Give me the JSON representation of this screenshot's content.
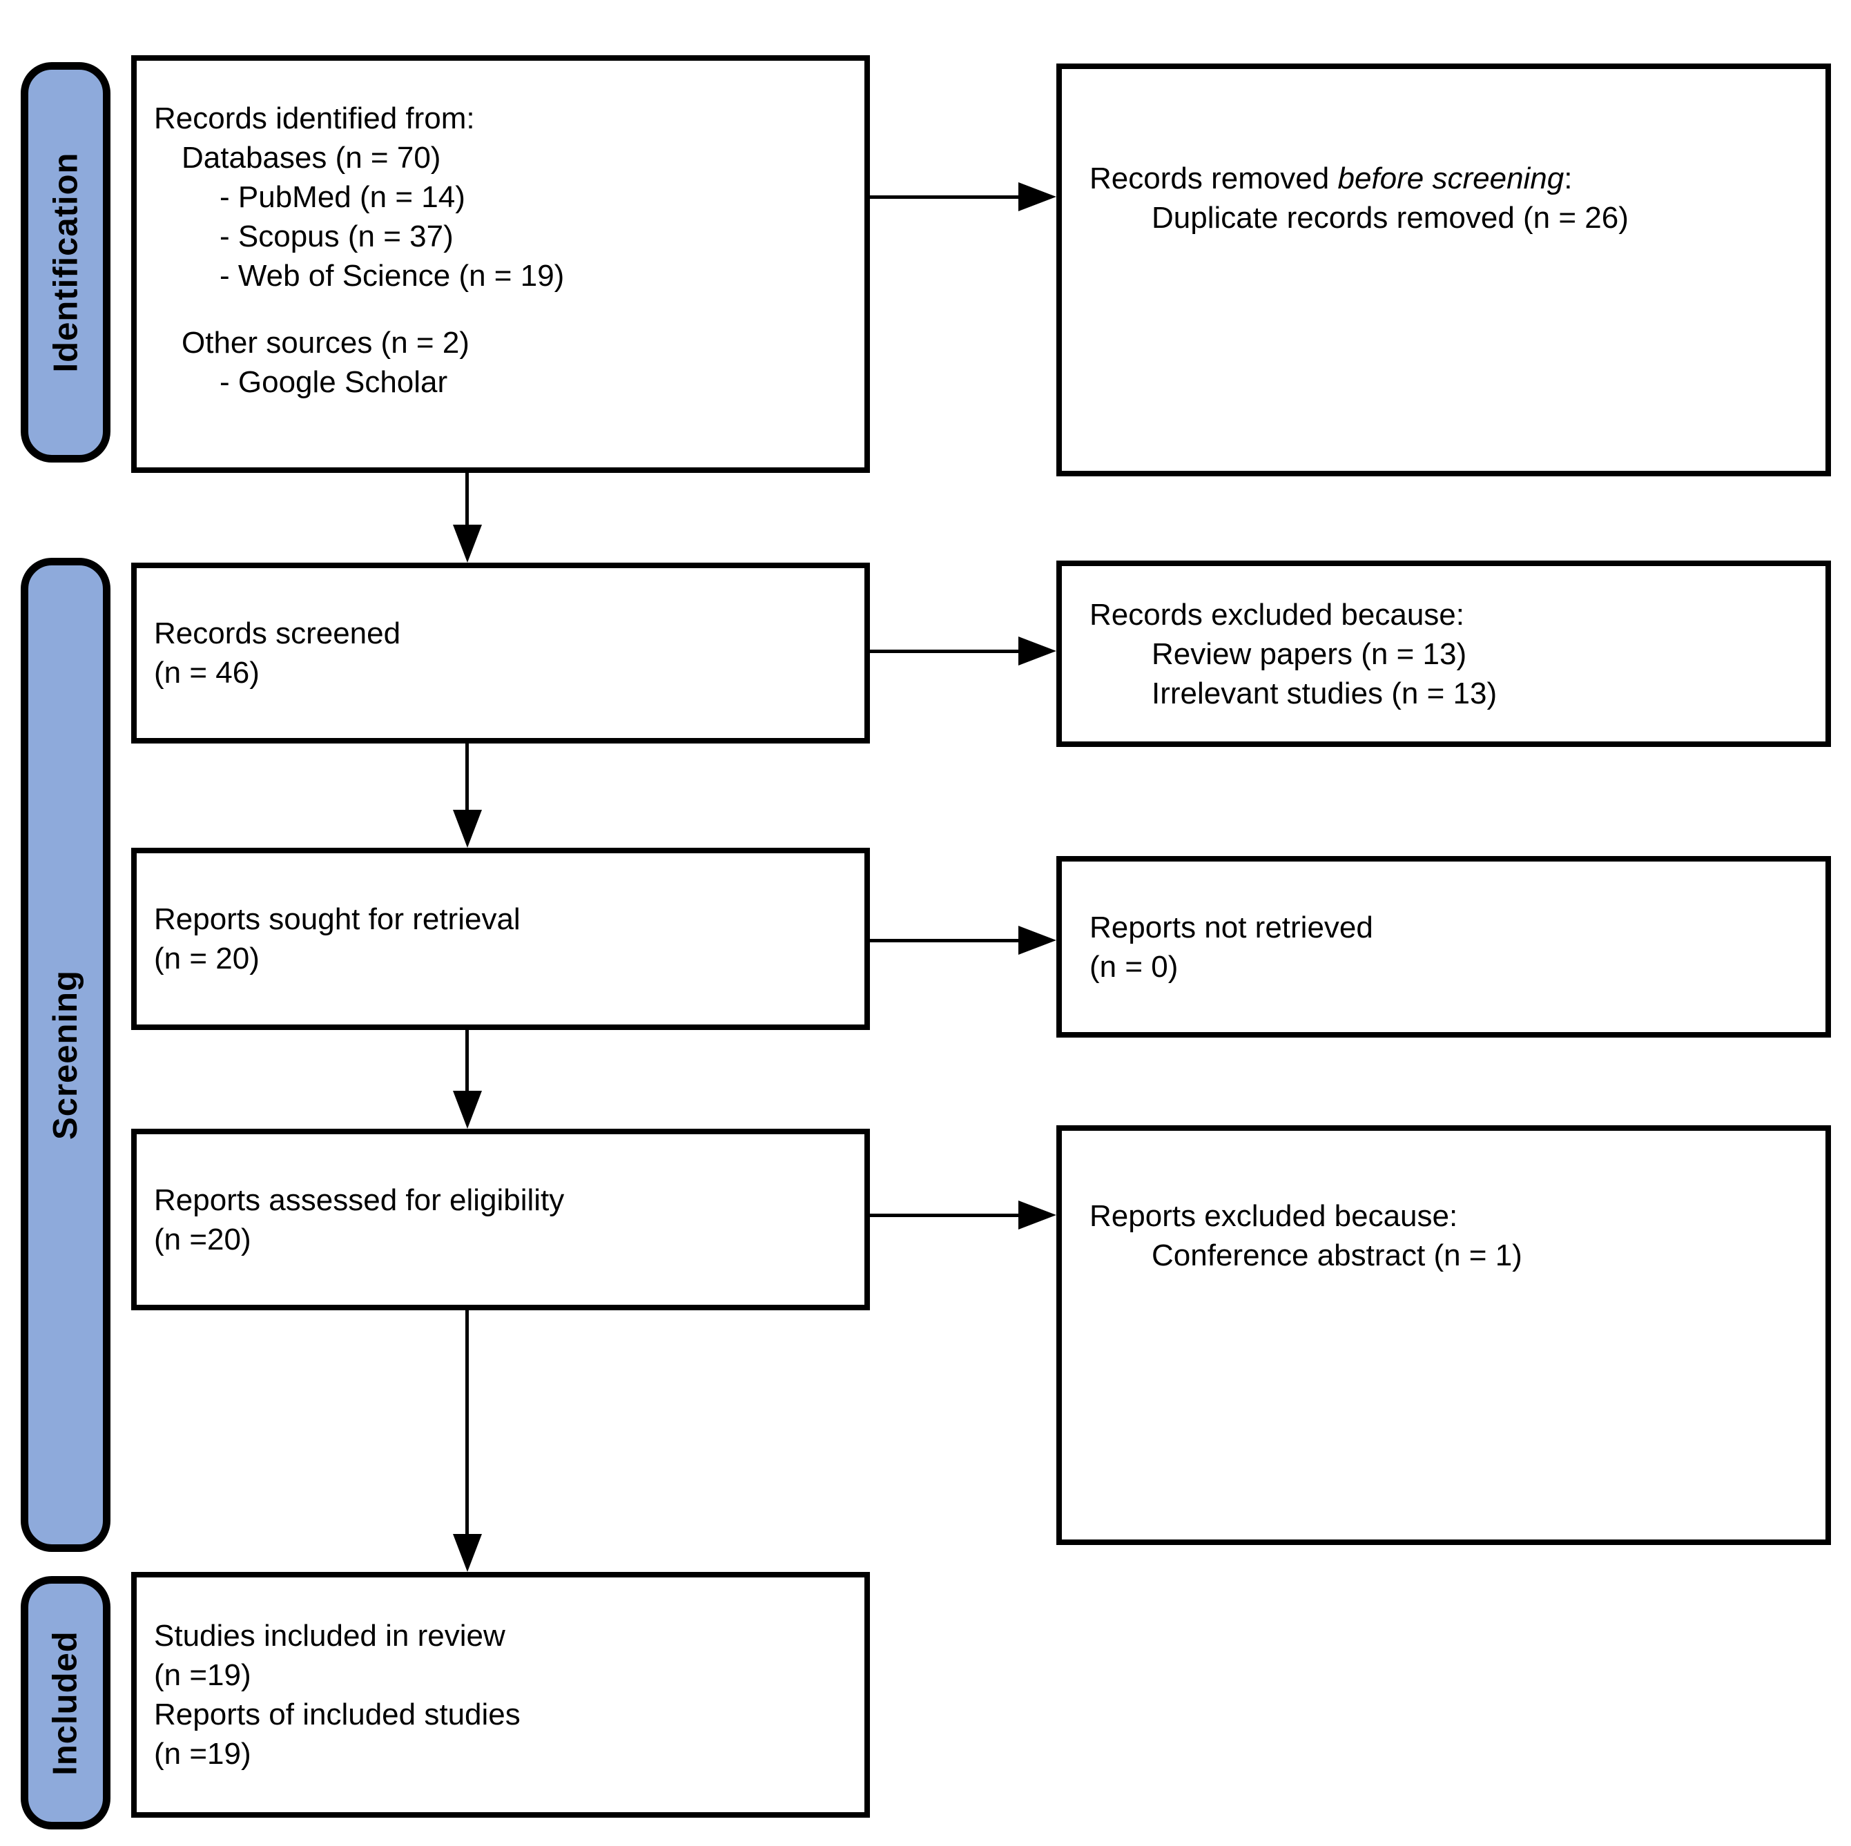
{
  "colors": {
    "stage_label_fill": "#8EAADB",
    "stroke": "#000000",
    "background": "#ffffff"
  },
  "sidebar": {
    "identification_label": "Identification",
    "screening_label": "Screening",
    "included_label": "Included"
  },
  "flow": {
    "records_identified": {
      "line1": "Records identified from:",
      "line2": "Databases (n = 70)",
      "line3": "- PubMed (n = 14)",
      "line4": "- Scopus (n = 37)",
      "line5": "- Web of Science (n = 19)",
      "line6": "Other sources (n = 2)",
      "line7": "- Google Scholar"
    },
    "records_removed": {
      "line1_pre": "Records removed ",
      "line1_italic": "before screening",
      "line1_post": ":",
      "line2": "Duplicate records removed (n = 26)"
    },
    "records_screened": {
      "line1": "Records screened",
      "line2": "(n = 46)"
    },
    "records_excluded": {
      "line1": "Records excluded because:",
      "line2": "Review papers (n = 13)",
      "line3": "Irrelevant studies (n = 13)"
    },
    "reports_sought": {
      "line1": "Reports sought for retrieval",
      "line2": "(n = 20)"
    },
    "reports_not_retrieved": {
      "line1": "Reports not retrieved",
      "line2": "(n = 0)"
    },
    "reports_assessed": {
      "line1": "Reports assessed for eligibility",
      "line2": "(n =20)"
    },
    "reports_excluded": {
      "line1": "Reports excluded because:",
      "line2": "Conference abstract (n = 1)"
    },
    "studies_included": {
      "line1": "Studies included in review",
      "line2": "(n =19)",
      "line3": "Reports of included studies",
      "line4": "(n =19)"
    }
  }
}
